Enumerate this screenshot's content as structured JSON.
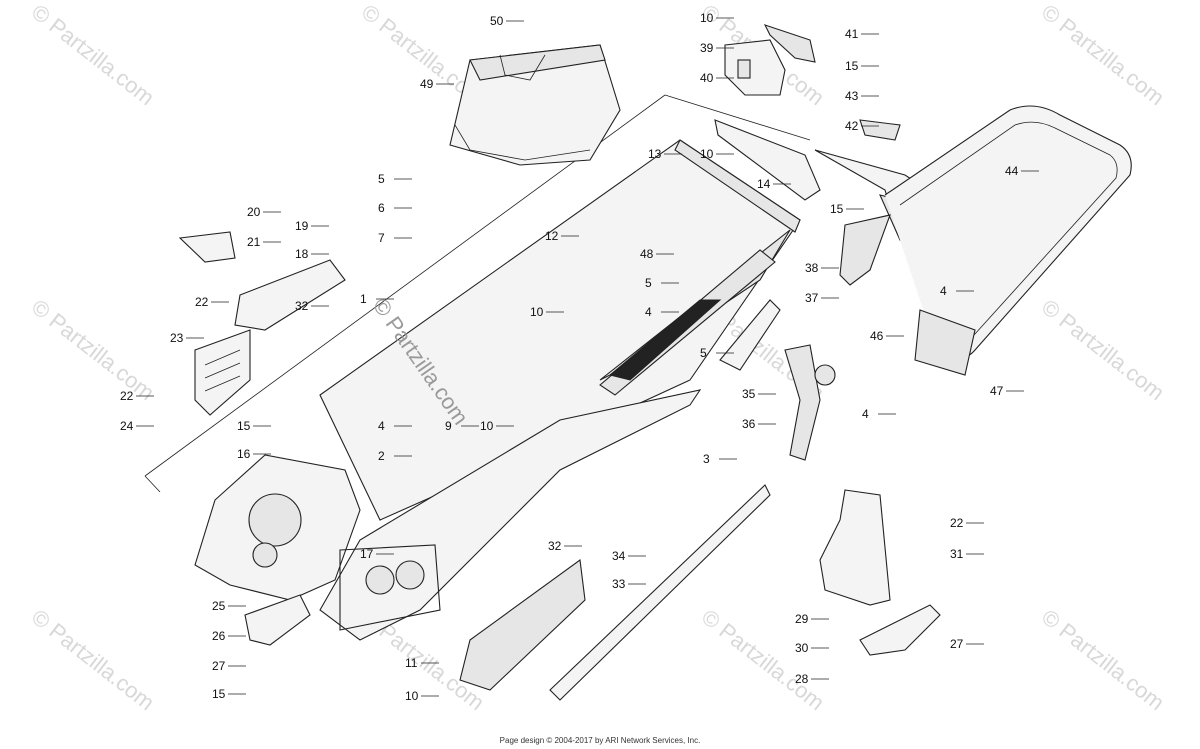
{
  "diagram": {
    "callouts": [
      "50",
      "10",
      "41",
      "39",
      "40",
      "49",
      "15",
      "43",
      "42",
      "44",
      "13",
      "10",
      "14",
      "15",
      "5",
      "6",
      "7",
      "20",
      "19",
      "21",
      "18",
      "12",
      "38",
      "48",
      "37",
      "22",
      "32",
      "1",
      "5",
      "4",
      "10",
      "23",
      "5",
      "35",
      "36",
      "4",
      "4",
      "46",
      "47",
      "22",
      "24",
      "15",
      "4",
      "16",
      "2",
      "9",
      "10",
      "3",
      "17",
      "32",
      "34",
      "33",
      "25",
      "26",
      "27",
      "15",
      "11",
      "10",
      "22",
      "31",
      "29",
      "30",
      "27",
      "28"
    ],
    "copyright_watermark": "© Partzilla.com",
    "watermark_text": "© Partzilla.com"
  },
  "footer": {
    "text": "Page design © 2004-2017 by ARI Network Services, Inc."
  }
}
